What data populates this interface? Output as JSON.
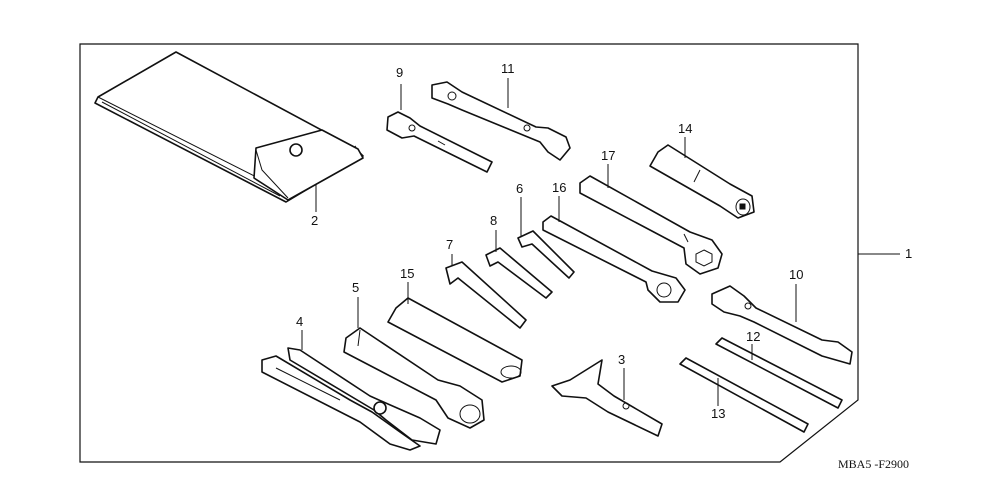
{
  "diagram": {
    "code": "MBA5 -F2900",
    "assembly_label": "1",
    "parts": [
      {
        "id": "p1",
        "label": "1"
      },
      {
        "id": "p2",
        "label": "2"
      },
      {
        "id": "p3",
        "label": "3"
      },
      {
        "id": "p4",
        "label": "4"
      },
      {
        "id": "p5",
        "label": "5"
      },
      {
        "id": "p6",
        "label": "6"
      },
      {
        "id": "p7",
        "label": "7"
      },
      {
        "id": "p8",
        "label": "8"
      },
      {
        "id": "p9",
        "label": "9"
      },
      {
        "id": "p10",
        "label": "10"
      },
      {
        "id": "p11",
        "label": "11"
      },
      {
        "id": "p12",
        "label": "12"
      },
      {
        "id": "p13",
        "label": "13"
      },
      {
        "id": "p14",
        "label": "14"
      },
      {
        "id": "p15",
        "label": "15"
      },
      {
        "id": "p16",
        "label": "16"
      },
      {
        "id": "p17",
        "label": "17"
      }
    ]
  }
}
